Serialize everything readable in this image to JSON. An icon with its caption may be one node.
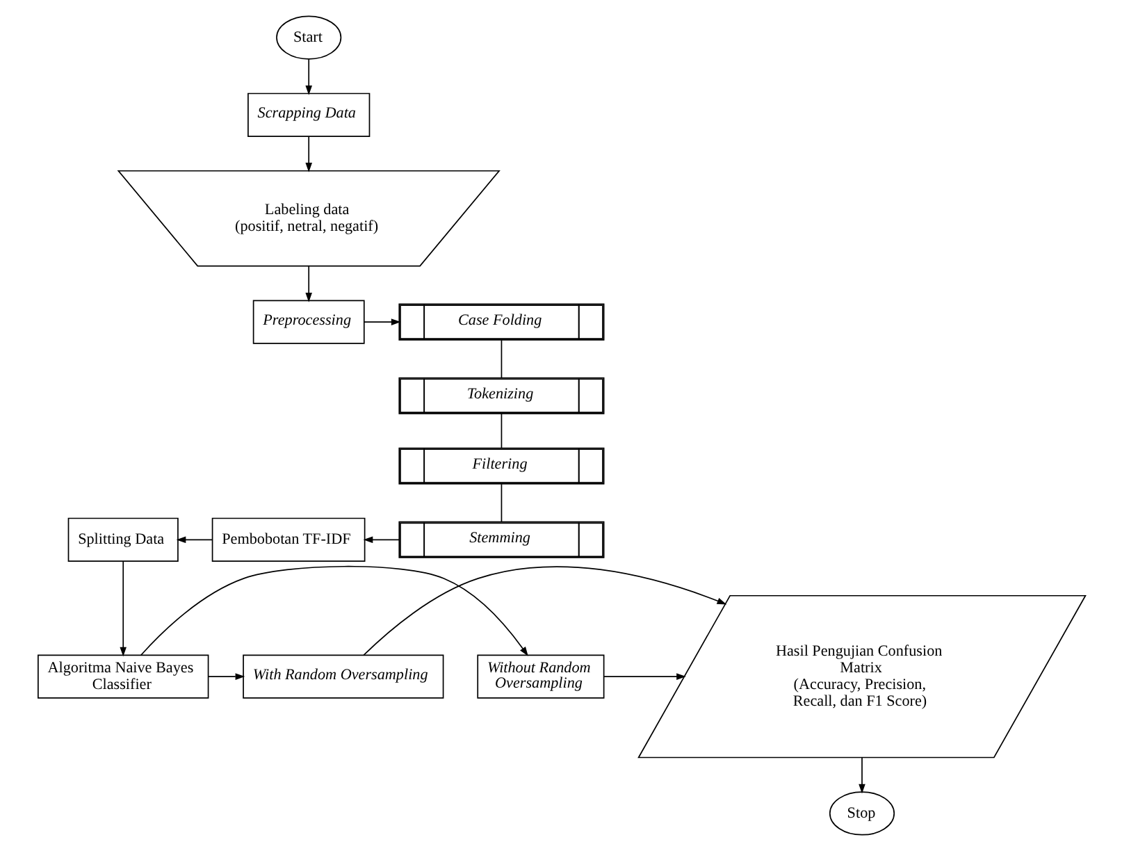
{
  "diagram": {
    "nodes": [
      {
        "text": [
          "Start"
        ]
      },
      {
        "text": [
          "Scrapping Data"
        ]
      },
      {
        "text": [
          "Labeling data",
          "(positif, netral, negatif)"
        ]
      },
      {
        "text": [
          "Preprocessing"
        ]
      },
      {
        "text": [
          "Case Folding"
        ]
      },
      {
        "text": [
          "Tokenizing"
        ]
      },
      {
        "text": [
          "Filtering"
        ]
      },
      {
        "text": [
          "Stemming"
        ]
      },
      {
        "text": [
          "Pembobotan TF-IDF"
        ]
      },
      {
        "text": [
          "Splitting Data"
        ]
      },
      {
        "text": [
          "Algoritma Naive Bayes Classifier"
        ]
      },
      {
        "text": [
          "Without Random Oversampling"
        ]
      },
      {
        "text": [
          "With Random Oversampling"
        ]
      },
      {
        "text": [
          "Hasil Pengujian Confusion Matrix",
          "(Accuracy, Precision, Recall, dan F1 Score)"
        ]
      },
      {
        "text": [
          "Stop"
        ]
      }
    ],
    "edges": [
      {
        "from": 0,
        "to": 1,
        "arrow": "to"
      },
      {
        "from": 1,
        "to": 2,
        "arrow": "to"
      },
      {
        "from": 2,
        "to": 3,
        "arrow": "to"
      },
      {
        "from": 3,
        "to": 4,
        "arrow": "to"
      },
      {
        "from": 4,
        "to": 5,
        "arrow": "none"
      },
      {
        "from": 5,
        "to": 6,
        "arrow": "none"
      },
      {
        "from": 6,
        "to": 7,
        "arrow": "none"
      },
      {
        "from": 7,
        "to": 8,
        "arrow": "to"
      },
      {
        "from": 8,
        "to": 9,
        "arrow": "to"
      },
      {
        "from": 9,
        "to": 10,
        "arrow": "to"
      },
      {
        "from": 10,
        "to": 11,
        "arrow": "to"
      },
      {
        "from": 10,
        "to": 12,
        "arrow": "to"
      },
      {
        "from": 11,
        "to": 13,
        "arrow": "to"
      },
      {
        "from": 12,
        "to": 13,
        "arrow": "to"
      },
      {
        "from": 13,
        "to": 14,
        "arrow": "to"
      }
    ]
  }
}
